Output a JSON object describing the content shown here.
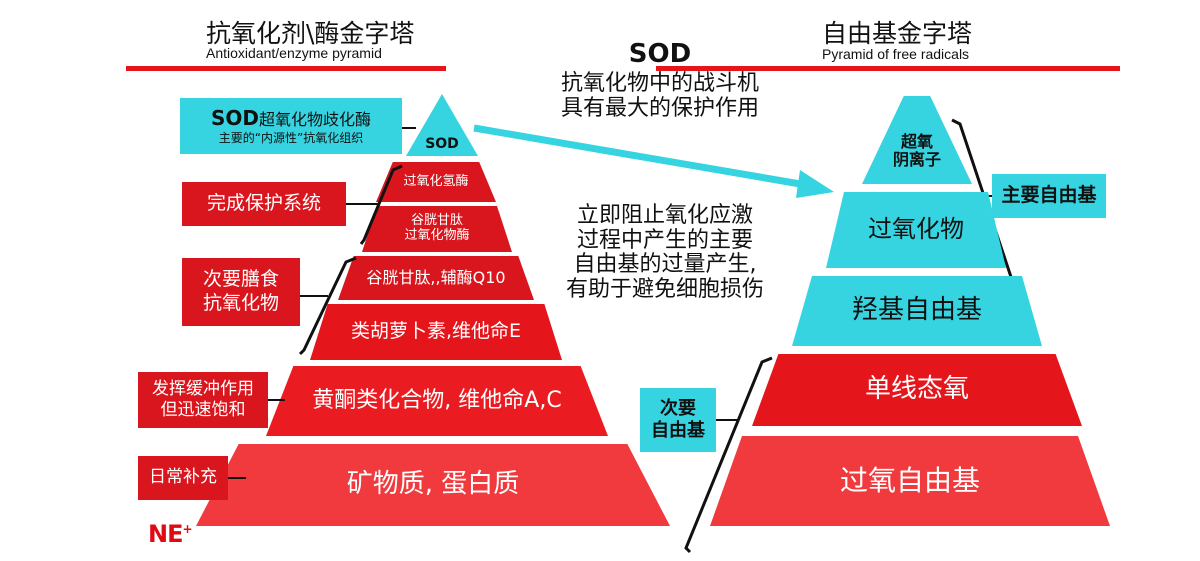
{
  "left": {
    "title_zh": "抗氧化剂\\酶金字塔",
    "title_en": "Antioxidant/enzyme pyramid",
    "layers": [
      {
        "label": "SOD",
        "color": "#35d4e0"
      },
      {
        "label": "过氧化氢酶",
        "color": "#d9161d"
      },
      {
        "label": "谷胱甘肽\n过氧化物酶",
        "color": "#d9161d"
      },
      {
        "label": "谷胱甘肽,,辅酶Q10",
        "color": "#d9161d"
      },
      {
        "label": "类胡萝卜素,维他命E",
        "color": "#e5151c"
      },
      {
        "label": "黄酮类化合物, 维他命A,C",
        "color": "#ea1c22"
      },
      {
        "label": "矿物质, 蛋白质",
        "color": "#f03a3e"
      }
    ],
    "labels": {
      "sod_title": "SOD",
      "sod_title_rest": "超氧化物歧化酶",
      "sod_sub": "主要的“内源性”抗氧化组织",
      "complete": "完成保护系统",
      "secondary": "次要膳食\n抗氧化物",
      "buffer": "发挥缓冲作用\n但迅速饱和",
      "daily": "日常补充"
    },
    "logo_text": "NE",
    "logo_sup": "+"
  },
  "right": {
    "title_zh": "自由基金字塔",
    "title_en": "Pyramid of free radicals",
    "layers": [
      {
        "label": "超氧\n阴离子",
        "color": "#35d4e0"
      },
      {
        "label": "过氧化物",
        "color": "#35d4e0"
      },
      {
        "label": "羟基自由基",
        "color": "#35d4e0"
      },
      {
        "label": "单线态氧",
        "color": "#e5151c"
      },
      {
        "label": "过氧自由基",
        "color": "#f03a3e"
      }
    ],
    "labels": {
      "main": "主要自由基",
      "secondary": "次要\n自由基"
    }
  },
  "center": {
    "sod_heading": "SOD",
    "sod_text": "抗氧化物中的战斗机\n具有最大的保护作用",
    "stop_text": "立即阻止氧化应激\n过程中产生的主要\n自由基的过量产生,\n有助于避免细胞损伤"
  }
}
